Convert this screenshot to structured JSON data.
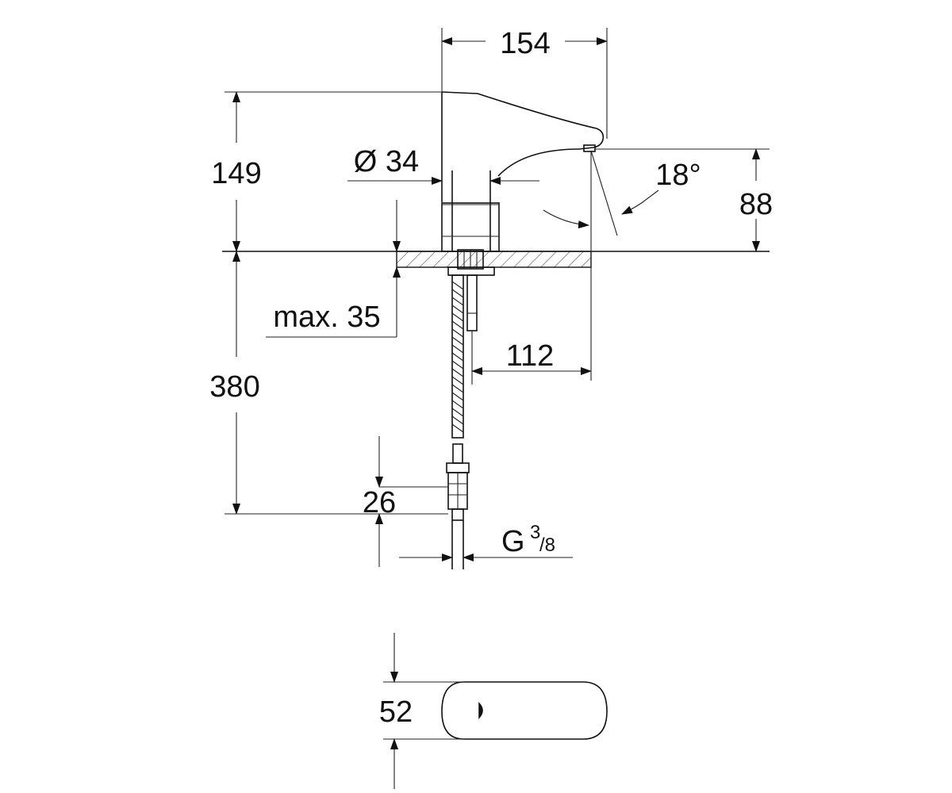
{
  "drawing": {
    "dimensions": {
      "width_top": "154",
      "height_spout": "149",
      "diameter": "Ø 34",
      "angle": "18°",
      "outlet_height": "88",
      "max_thickness": "max. 35",
      "projection": "112",
      "hose_length": "380",
      "connector": "26",
      "thread_main": "G",
      "thread_num": "3",
      "thread_den": "/8",
      "plan_width": "52"
    }
  }
}
